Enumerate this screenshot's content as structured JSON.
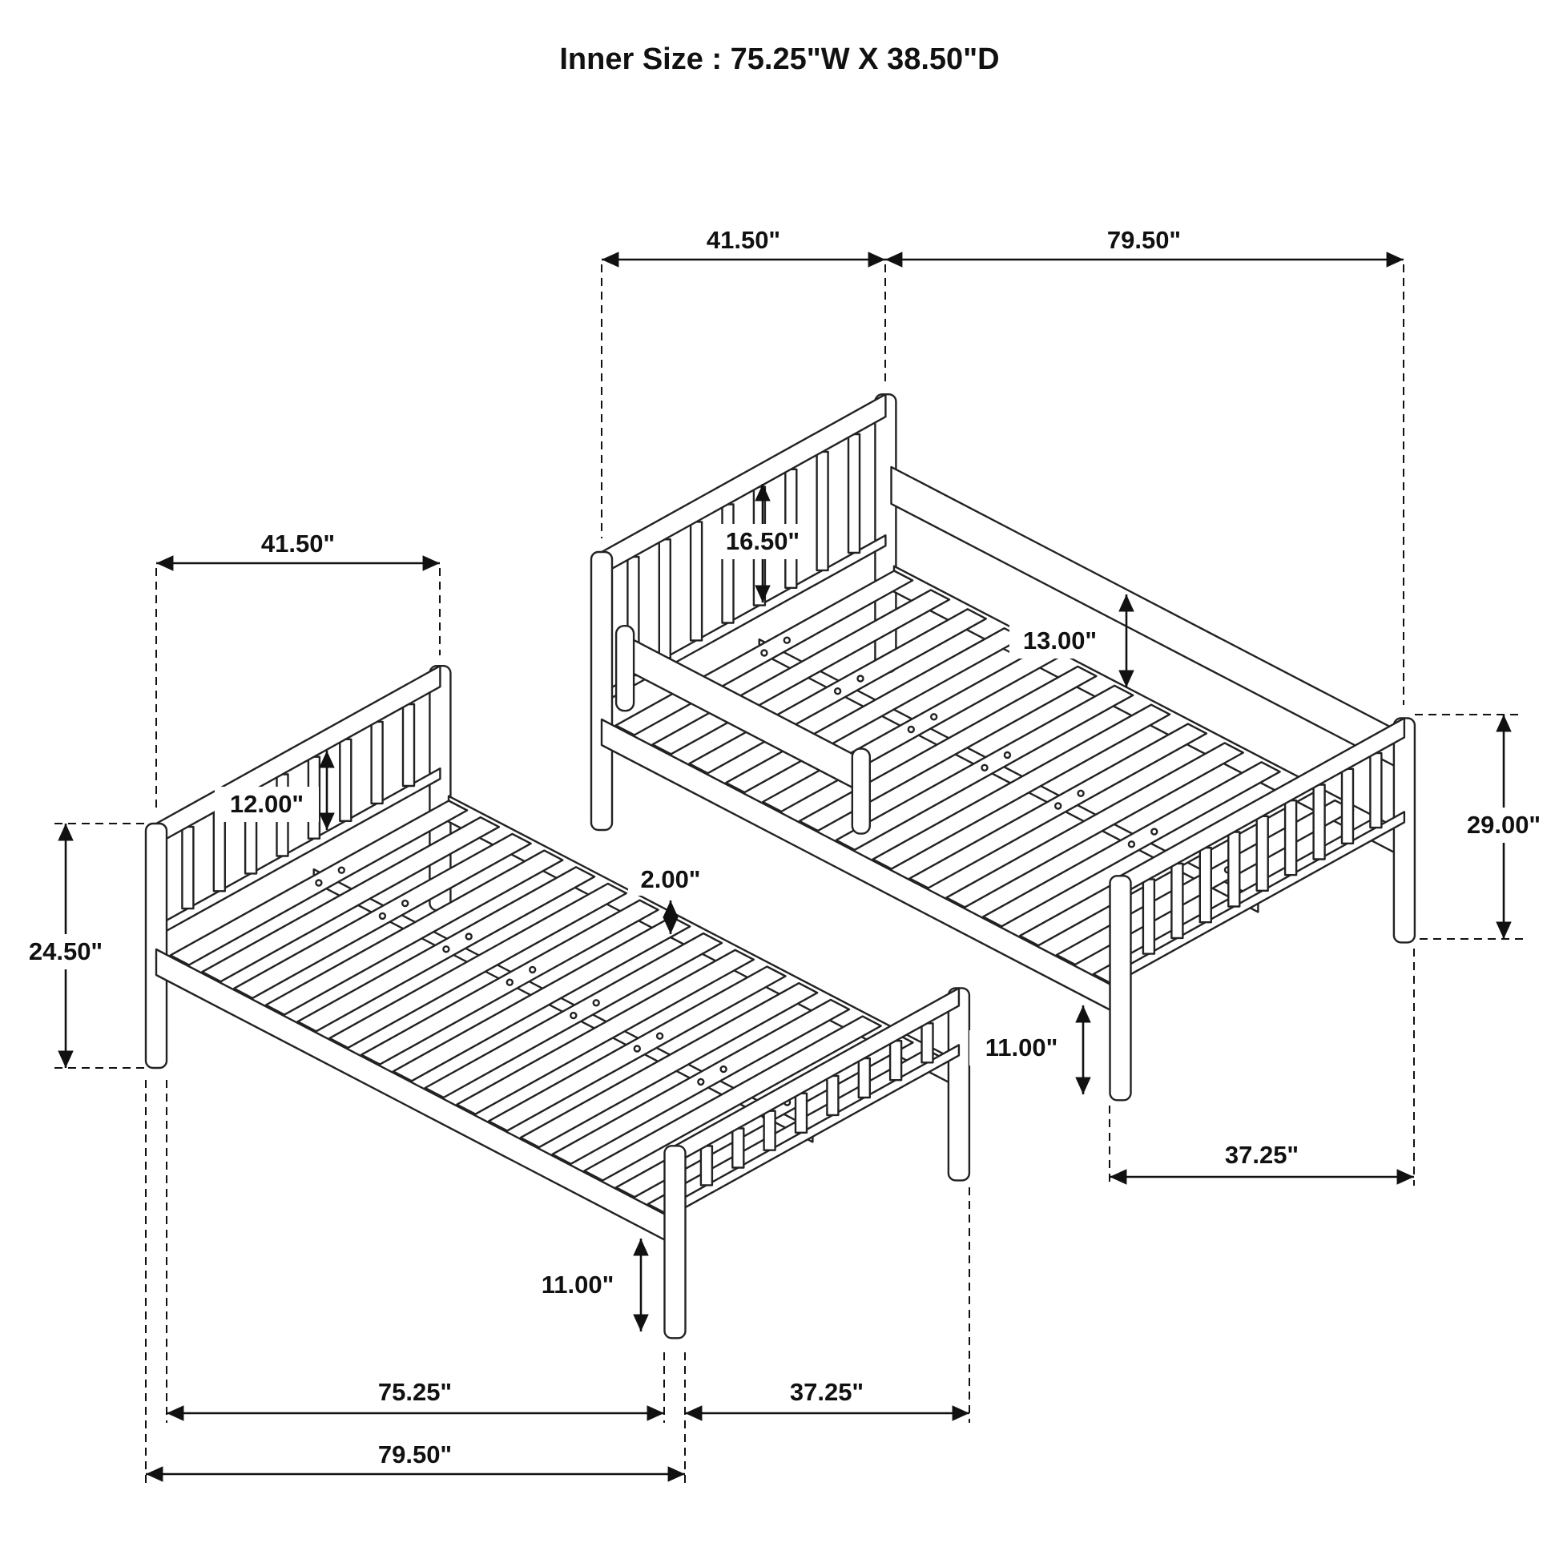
{
  "title": "Inner Size : 75.25\"W X  38.50\"D",
  "upper_bed": {
    "top_width": "41.50\"",
    "top_length": "79.50\"",
    "headboard_panel_height": "16.50\"",
    "guard_rail_height": "13.00\"",
    "footboard_total_height": "29.00\"",
    "leg_height": "11.00\"",
    "footboard_width": "37.25\""
  },
  "lower_bed": {
    "top_width": "41.50\"",
    "headboard_total_height": "24.50\"",
    "headboard_panel_height": "12.00\"",
    "slat_thickness": "2.00\"",
    "leg_height": "11.00\"",
    "inner_length": "75.25\"",
    "footboard_width": "37.25\"",
    "overall_length": "79.50\""
  }
}
